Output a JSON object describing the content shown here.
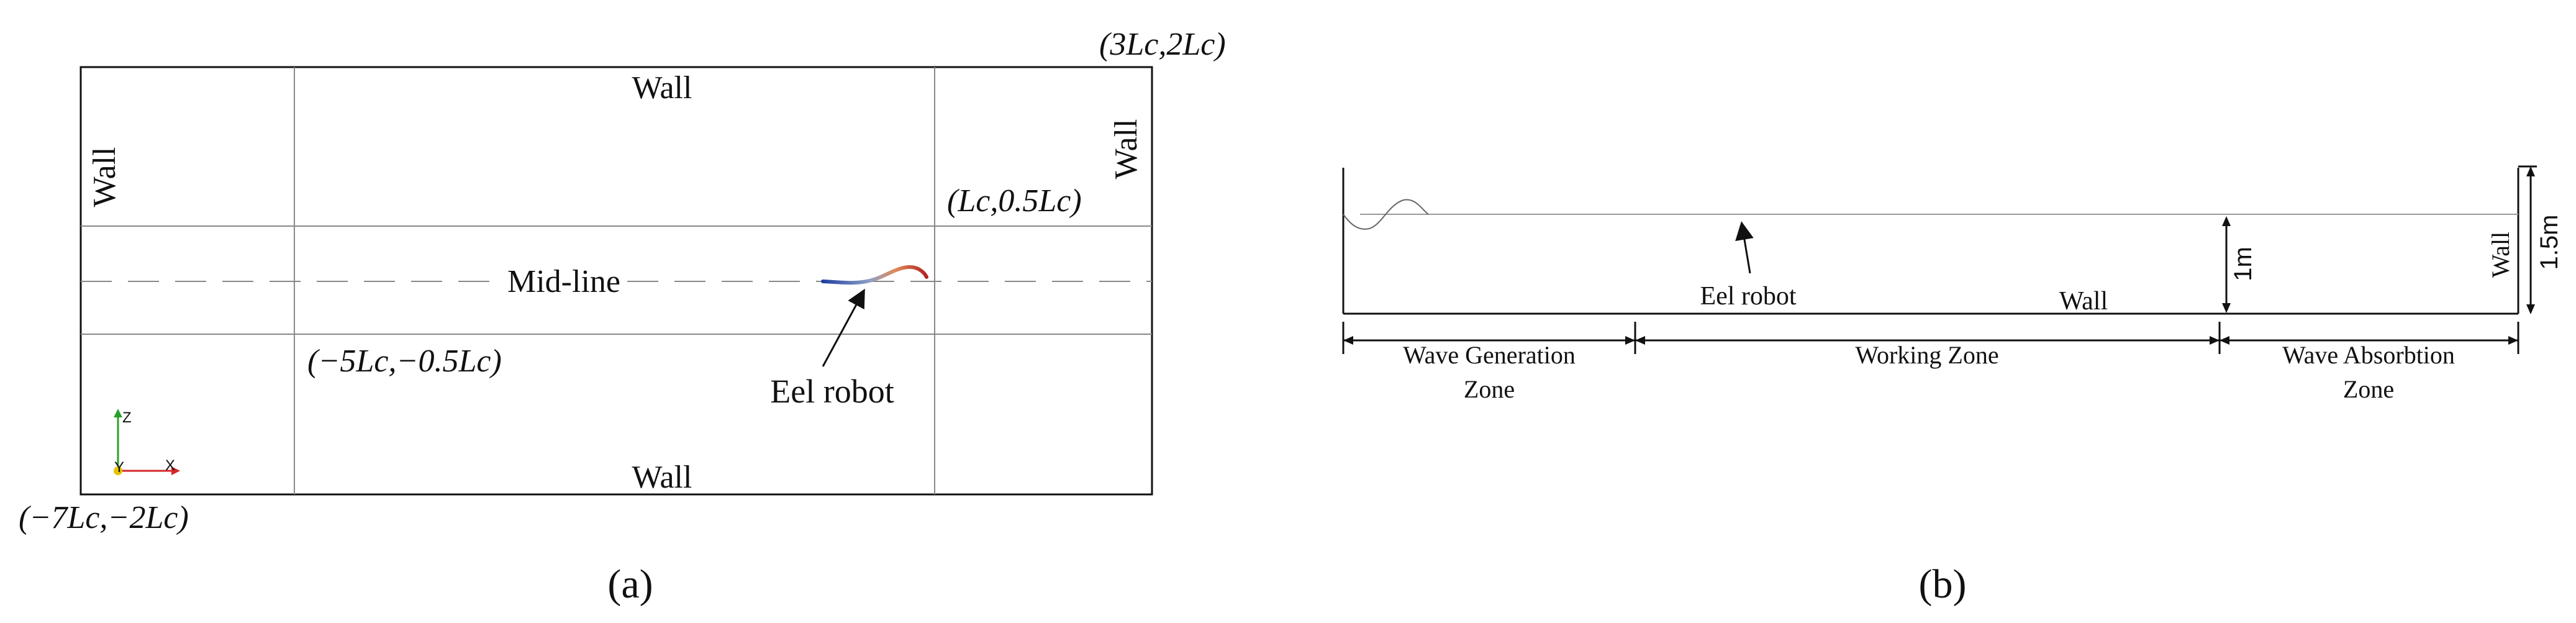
{
  "panel_a": {
    "wall_top": "Wall",
    "wall_bottom": "Wall",
    "wall_left": "Wall",
    "wall_right": "Wall",
    "midline": "Mid-line",
    "eel_label": "Eel robot",
    "corner_top_right": "(3Lc,2Lc)",
    "corner_bottom_left": "(−7Lc,−2Lc)",
    "point_upper": "(Lc,0.5Lc)",
    "point_lower": "(−5Lc,−0.5Lc)",
    "axis_z": "Z",
    "axis_y": "Y",
    "axis_x": "X",
    "caption": "(a)"
  },
  "panel_b": {
    "eel_label": "Eel robot",
    "wall_bottom": "Wall",
    "wall_right": "Wall",
    "depth": "1m",
    "height": "1.5m",
    "zone_generation_line1": "Wave Generation",
    "zone_generation_line2": "Zone",
    "zone_working": "Working Zone",
    "zone_absorption_line1": "Wave Absorbtion",
    "zone_absorption_line2": "Zone",
    "caption": "(b)"
  },
  "colors": {
    "eel_head": "#b22222",
    "eel_mid": "#e08a5a",
    "eel_tail": "#1f3fa0",
    "axis_z": "#2aa02a",
    "axis_x": "#d62728",
    "axis_origin": "#e6c200"
  }
}
